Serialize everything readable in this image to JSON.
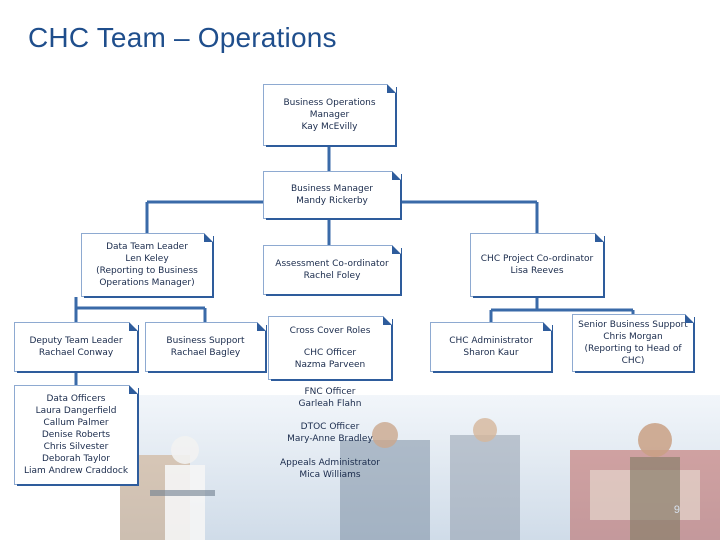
{
  "title": "CHC Team – Operations",
  "page_number": "9",
  "colors": {
    "title": "#1f4e8c",
    "connector": "#3a6aa8",
    "box_border": "#8eaad1",
    "corner": "#2e5c9c"
  },
  "boxes": {
    "bom": {
      "role": "Business Operations Manager",
      "name": "Kay McEvilly"
    },
    "bm": {
      "role": "Business Manager",
      "name": "Mandy Rickerby"
    },
    "dtl": {
      "role": "Data Team Leader",
      "name": "Len Keley",
      "note": "(Reporting to Business",
      "note2": "Operations Manager)"
    },
    "ac": {
      "role": "Assessment Co-ordinator",
      "name": "Rachel Foley"
    },
    "pc": {
      "role": "CHC Project Co-ordinator",
      "name": "Lisa Reeves"
    },
    "dptl": {
      "role": "Deputy Team Leader",
      "name": "Rachael Conway"
    },
    "bs": {
      "role": "Business Support",
      "name": "Rachael Bagley"
    },
    "ccr": {
      "heading": "Cross Cover Roles",
      "items": [
        {
          "role": "CHC Officer",
          "name": "Nazma Parveen"
        },
        {
          "role": "FNC Officer",
          "name": "Garleah Flahn"
        },
        {
          "role": "DTOC Officer",
          "name": "Mary-Anne Bradley"
        },
        {
          "role": "Appeals Administrator",
          "name": "Mica Williams"
        }
      ]
    },
    "ca": {
      "role": "CHC Administrator",
      "name": "Sharon Kaur"
    },
    "sbs": {
      "role": "Senior Business Support",
      "name": "Chris Morgan",
      "note": "(Reporting to Head of CHC)"
    },
    "do": {
      "role": "Data Officers",
      "names": [
        "Laura Dangerfield",
        "Callum Palmer",
        "Denise Roberts",
        "Chris Silvester",
        "Deborah Taylor",
        "Liam Andrew Craddock"
      ]
    }
  }
}
